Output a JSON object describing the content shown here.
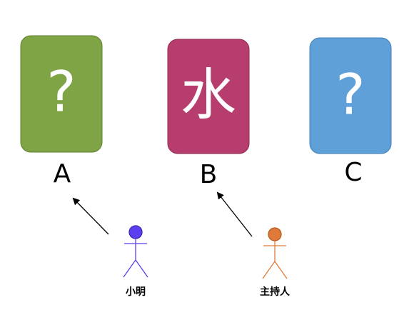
{
  "cards": [
    {
      "letter": "A",
      "symbol": "?",
      "color": "#7ea446",
      "border": "#5f7f2f"
    },
    {
      "letter": "B",
      "symbol": "水",
      "color": "#b63d6e",
      "border": "#8f2a52"
    },
    {
      "letter": "C",
      "symbol": "?",
      "color": "#5fa0d8",
      "border": "#3f7fb8"
    }
  ],
  "people": [
    {
      "label": "小明",
      "color": "#5b3ff0",
      "points_to": "A"
    },
    {
      "label": "主持人",
      "color": "#e07a3a",
      "points_to": "B"
    }
  ]
}
